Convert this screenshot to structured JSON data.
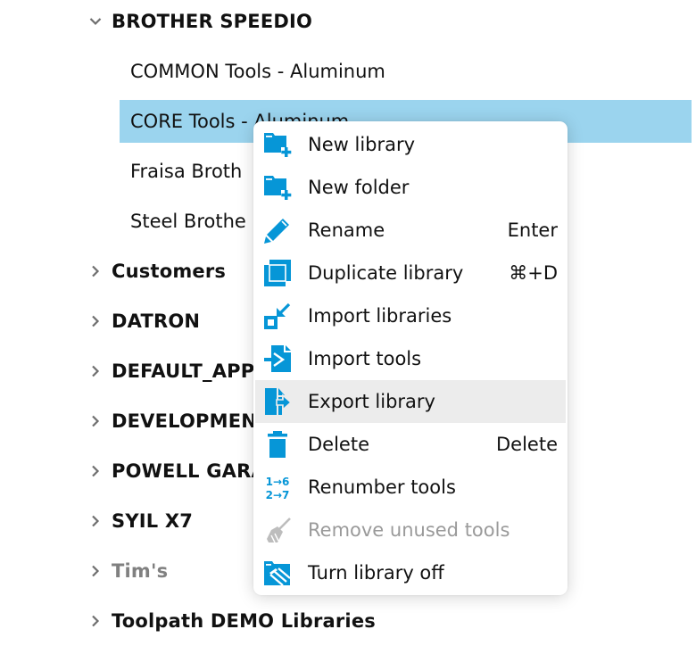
{
  "tree": {
    "groups": [
      {
        "label": "BROTHER SPEEDIO",
        "expanded": true,
        "dim": false
      },
      {
        "label": "Customers",
        "expanded": false,
        "dim": false
      },
      {
        "label": "DATRON",
        "expanded": false,
        "dim": false
      },
      {
        "label": "DEFAULT_APP_",
        "expanded": false,
        "dim": false
      },
      {
        "label": "DEVELOPMENT",
        "expanded": false,
        "dim": false
      },
      {
        "label": "POWELL GARA",
        "expanded": false,
        "dim": false
      },
      {
        "label": "SYIL X7",
        "expanded": false,
        "dim": false
      },
      {
        "label": "Tim's",
        "expanded": false,
        "dim": true
      },
      {
        "label": "Toolpath DEMO Libraries",
        "expanded": false,
        "dim": false
      }
    ],
    "children": [
      {
        "label": "COMMON Tools - Aluminum",
        "selected": false
      },
      {
        "label": "CORE Tools - Aluminum",
        "selected": true
      },
      {
        "label": "Fraisa Broth",
        "selected": false
      },
      {
        "label": "Steel Brothe",
        "selected": false
      }
    ]
  },
  "context_menu": {
    "items": [
      {
        "label": "New library",
        "icon": "new-library-icon",
        "shortcut": "",
        "state": "normal"
      },
      {
        "label": "New folder",
        "icon": "new-folder-icon",
        "shortcut": "",
        "state": "normal"
      },
      {
        "label": "Rename",
        "icon": "pencil-icon",
        "shortcut": "Enter",
        "state": "normal"
      },
      {
        "label": "Duplicate library",
        "icon": "duplicate-icon",
        "shortcut": "⌘+D",
        "state": "normal"
      },
      {
        "label": "Import libraries",
        "icon": "import-libraries-icon",
        "shortcut": "",
        "state": "normal"
      },
      {
        "label": "Import tools",
        "icon": "import-tools-icon",
        "shortcut": "",
        "state": "normal"
      },
      {
        "label": "Export library",
        "icon": "export-library-icon",
        "shortcut": "",
        "state": "hover"
      },
      {
        "label": "Delete",
        "icon": "trash-icon",
        "shortcut": "Delete",
        "state": "normal"
      },
      {
        "label": "Renumber tools",
        "icon": "renumber-icon",
        "shortcut": "",
        "state": "normal"
      },
      {
        "label": "Remove unused tools",
        "icon": "broom-icon",
        "shortcut": "",
        "state": "disabled"
      },
      {
        "label": "Turn library off",
        "icon": "library-off-icon",
        "shortcut": "",
        "state": "normal"
      }
    ],
    "renumber_glyph": {
      "line1": "1→6",
      "line2": "2→7"
    }
  },
  "colors": {
    "accent": "#0696d7",
    "selection": "#9bd4ee",
    "hover": "#ececec",
    "disabled": "#9a9a9a",
    "chevron": "#6e6e6e"
  }
}
